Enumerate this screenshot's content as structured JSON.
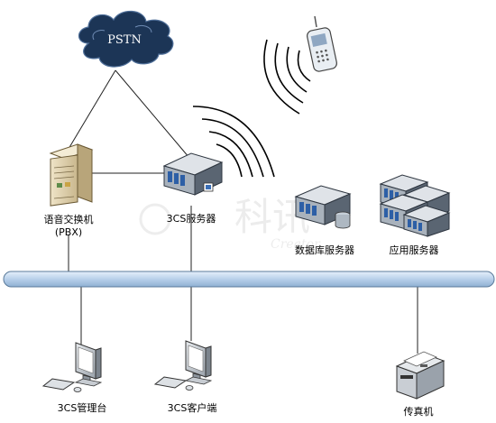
{
  "network": {
    "cloud_label": "PSTN",
    "nodes": {
      "pbx": {
        "name": "语音交换机",
        "sub": "(PBX)"
      },
      "server_3cs": {
        "name": "3CS服务器"
      },
      "db_server": {
        "name": "数据库服务器"
      },
      "app_server": {
        "name": "应用服务器"
      },
      "admin_console": {
        "name": "3CS管理台"
      },
      "client": {
        "name": "3CS客户端"
      },
      "fax": {
        "name": "传真机"
      }
    }
  },
  "watermark": {
    "text": "科讯",
    "subtext": "Creator"
  },
  "colors": {
    "cloud": "#1c3556",
    "bus": "#b8d0ea",
    "bus_stroke": "#5a7a9a",
    "line": "#222222"
  }
}
